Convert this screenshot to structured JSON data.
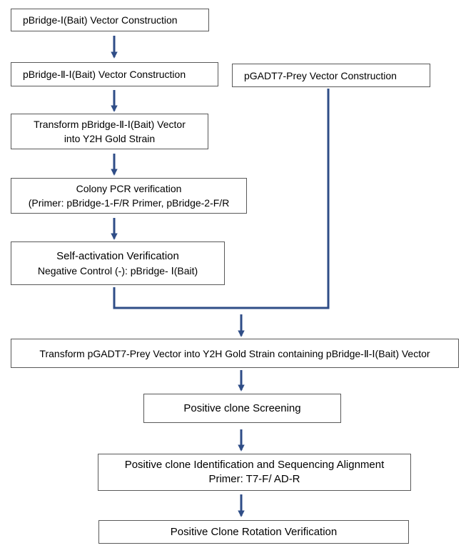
{
  "colors": {
    "arrow": "#2f4d87",
    "box_border": "#595959"
  },
  "nodes": {
    "pbridge1_construction": [
      "pBridge-Ⅰ(Bait) Vector Construction"
    ],
    "pbridge2_construction": [
      "pBridge-Ⅱ-Ⅰ(Bait) Vector Construction"
    ],
    "pgadt7_construction": [
      "pGADT7-Prey Vector Construction"
    ],
    "transform_bait": [
      "Transform pBridge-Ⅱ-Ⅰ(Bait) Vector",
      "into Y2H Gold Strain"
    ],
    "colony_pcr": [
      "Colony PCR verification",
      "(Primer: pBridge-1-F/R Primer, pBridge-2-F/R"
    ],
    "self_activation": [
      "Self-activation Verification",
      "Negative Control (-): pBridge- Ⅰ(Bait)"
    ],
    "transform_prey": [
      "Transform pGADT7-Prey Vector into Y2H Gold Strain containing pBridge-Ⅱ-Ⅰ(Bait) Vector"
    ],
    "positive_screening": [
      "Positive clone Screening"
    ],
    "identification": [
      "Positive clone Identification and Sequencing Alignment",
      "Primer: T7-F/ AD-R"
    ],
    "rotation": [
      "Positive Clone Rotation Verification"
    ]
  }
}
